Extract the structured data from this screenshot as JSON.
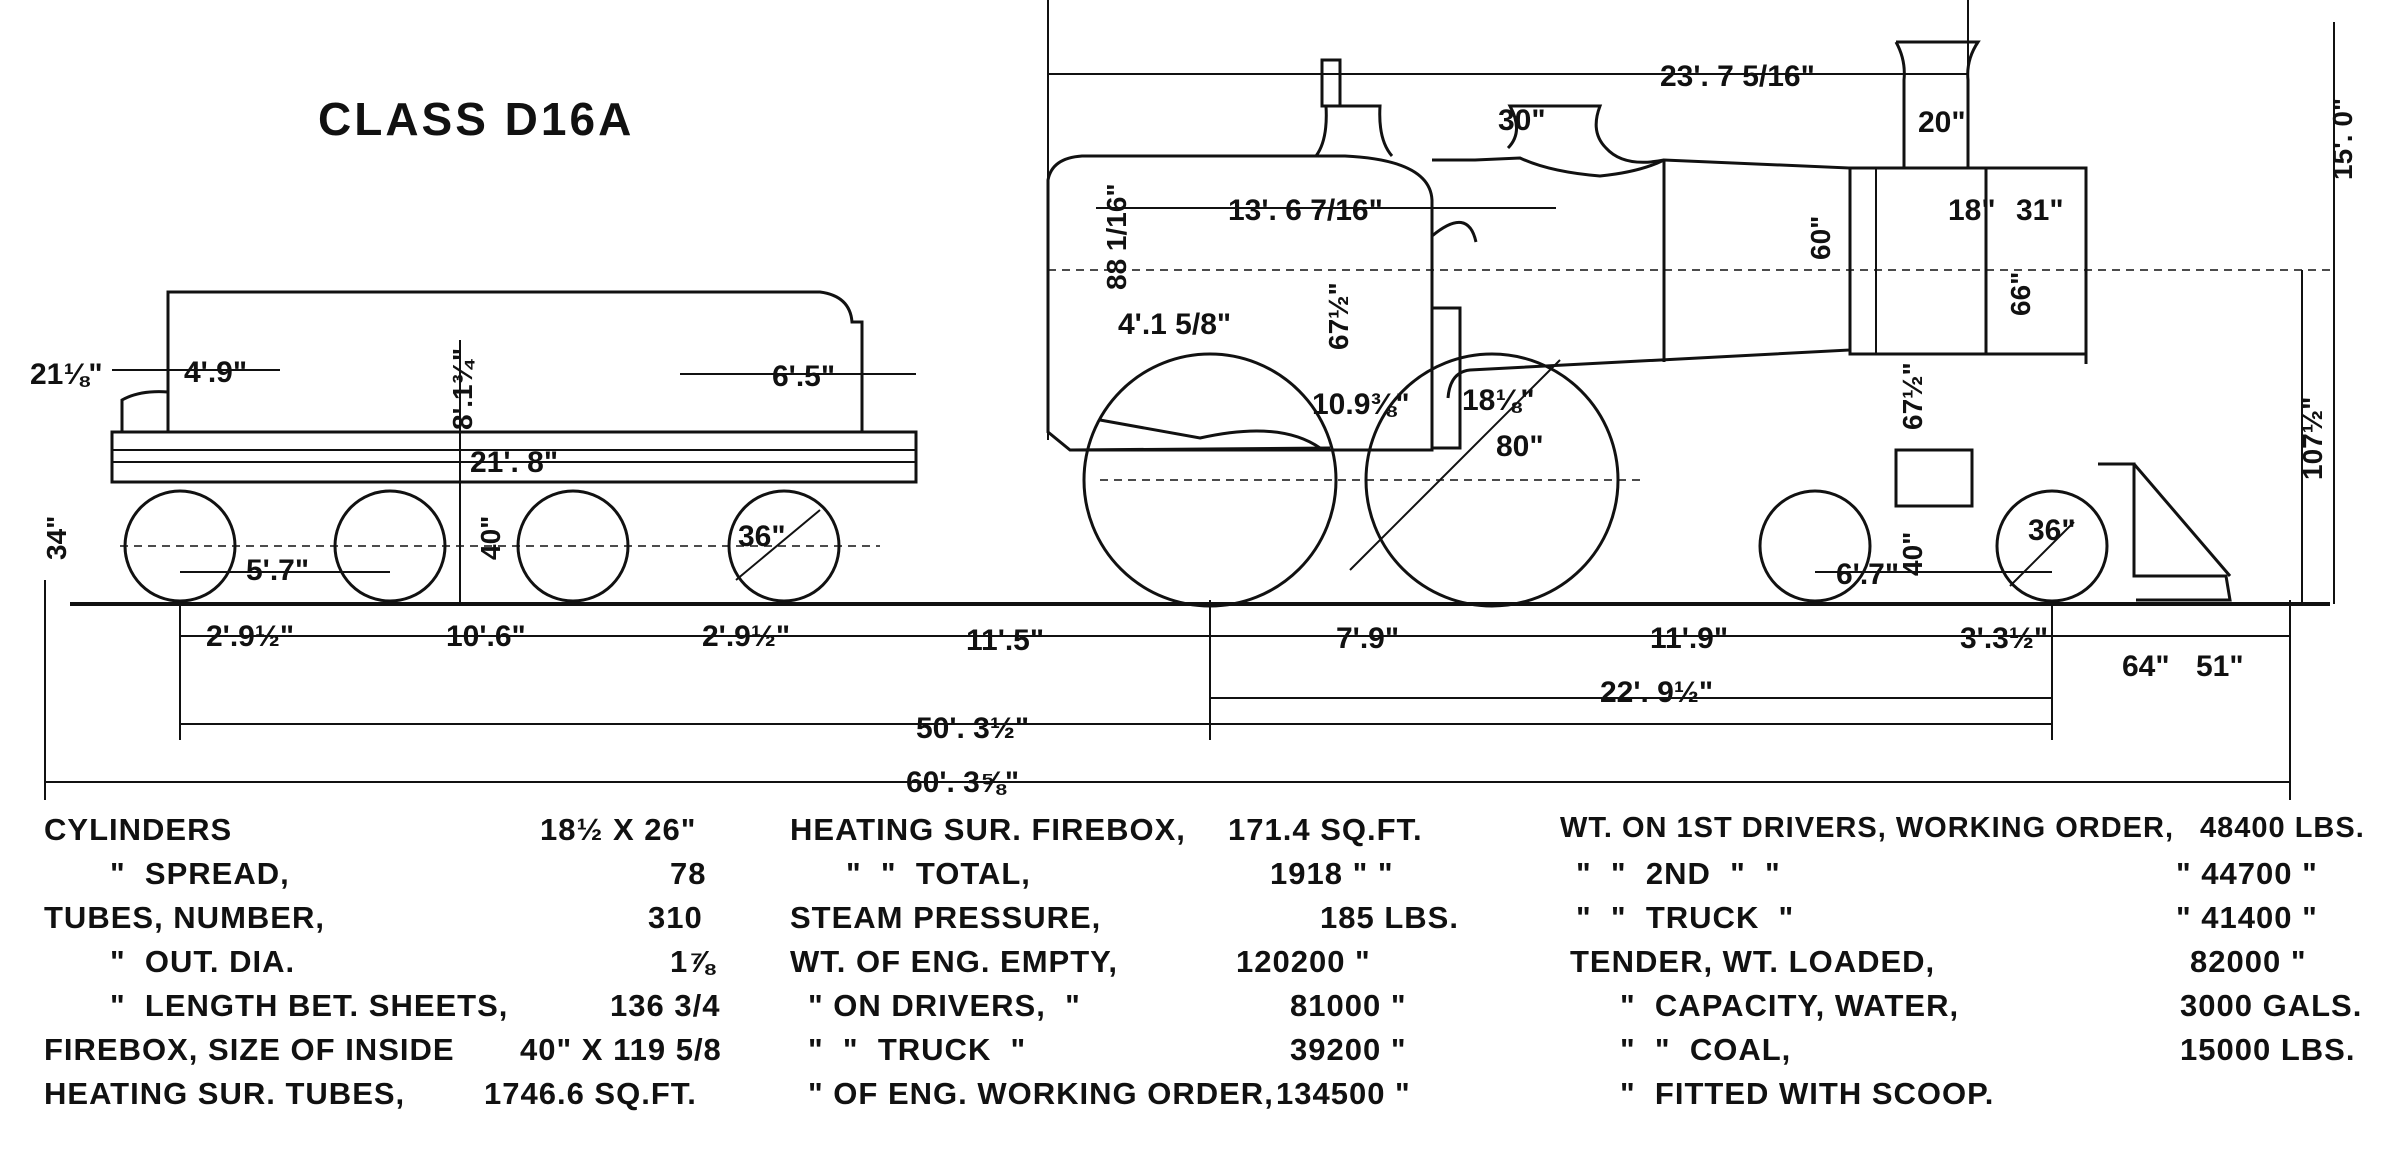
{
  "title": "CLASS D16A",
  "dimensions": {
    "overall_wheelbase": "60'. 3⅝\"",
    "engine_tender_wheelbase": "50'. 3½\"",
    "engine_wheelbase": "22'. 9½\"",
    "boiler_length": "23'. 7 5/16\"",
    "firebox_tube_length": "13'. 6 7/16\"",
    "height_overall": "15'. 0\"",
    "boiler_center_height": "107½\"",
    "tender_length": "21'. 8\"",
    "tender_front_overhang": "4'.9\"",
    "tender_rear_overhang": "6'.5\"",
    "tender_truck_wb": "5'.7\"",
    "tender_rear_to_truck": "2'.9½\"",
    "tender_truck_centers": "10'.6\"",
    "tender_truck_to_front": "2'.9½\"",
    "tender_to_driver": "11'.5\"",
    "driver_wb": "7'.9\"",
    "driver_to_truck": "11'.9\"",
    "truck_wb": "3'.3½\"",
    "pilot_a": "64\"",
    "pilot_b": "51\"",
    "truck_wb_upper": "6'.7\"",
    "driver_dia": "80\"",
    "truck_wheel_dia": "36\"",
    "tender_wheel_dia": "36\"",
    "tender_height": "8'.1¾\"",
    "tender_left": "21⅛\"",
    "tender_wheel_left": "34\"",
    "tender_axle": "40\"",
    "smokebox_dia": "60\"",
    "smokebox_small": "66\"",
    "stack": "20\"",
    "stack_front": "18\"",
    "stack_rear": "31\"",
    "dome": "30\"",
    "cab_height": "88 1/16\"",
    "cab_door": "4'.1 5/8\"",
    "firebox_height": "67½\"",
    "cylinder_center": "67½\"",
    "cylinder_height": "40\"",
    "crank": "10.9⅜\"",
    "rod": "18⅛\""
  },
  "specs": {
    "col1": [
      {
        "label": "CYLINDERS",
        "value": "18½ X 26\""
      },
      {
        "label": "\"  SPREAD,",
        "value": "78"
      },
      {
        "label": "TUBES, NUMBER,",
        "value": "310"
      },
      {
        "label": "\"  OUT. DIA.",
        "value": "1⅞"
      },
      {
        "label": "\"  LENGTH BET. SHEETS,",
        "value": "136 3/4"
      },
      {
        "label": "FIREBOX, SIZE OF INSIDE",
        "value": "40\" X 119 5/8"
      },
      {
        "label": "HEATING SUR. TUBES,",
        "value": "1746.6 SQ.FT."
      }
    ],
    "col2": [
      {
        "label": "HEATING SUR. FIREBOX,",
        "value": "171.4 SQ.FT."
      },
      {
        "label": "\"  \"  TOTAL,",
        "value": "1918 \" \""
      },
      {
        "label": "STEAM PRESSURE,",
        "value": "185 LBS."
      },
      {
        "label": "WT. OF ENG. EMPTY,",
        "value": "120200 \""
      },
      {
        "label": "\" ON DRIVERS,  \"",
        "value": "81000 \""
      },
      {
        "label": "\"  \"  TRUCK  \"",
        "value": "39200 \""
      },
      {
        "label": "\" OF ENG. WORKING ORDER,",
        "value": "134500 \""
      }
    ],
    "col3": [
      {
        "label": "WT. ON 1ST DRIVERS, WORKING ORDER,",
        "value": "48400 LBS."
      },
      {
        "label": "\"  \"  2ND  \"  \"",
        "value": "\" 44700 \""
      },
      {
        "label": "\"  \"  TRUCK  \"",
        "value": "\" 41400 \""
      },
      {
        "label": "TENDER, WT. LOADED,",
        "value": "82000 \""
      },
      {
        "label": "\"  CAPACITY, WATER,",
        "value": "3000 GALS."
      },
      {
        "label": "\"  \"  COAL,",
        "value": "15000 LBS."
      },
      {
        "label": "\"  FITTED WITH SCOOP.",
        "value": ""
      }
    ]
  }
}
